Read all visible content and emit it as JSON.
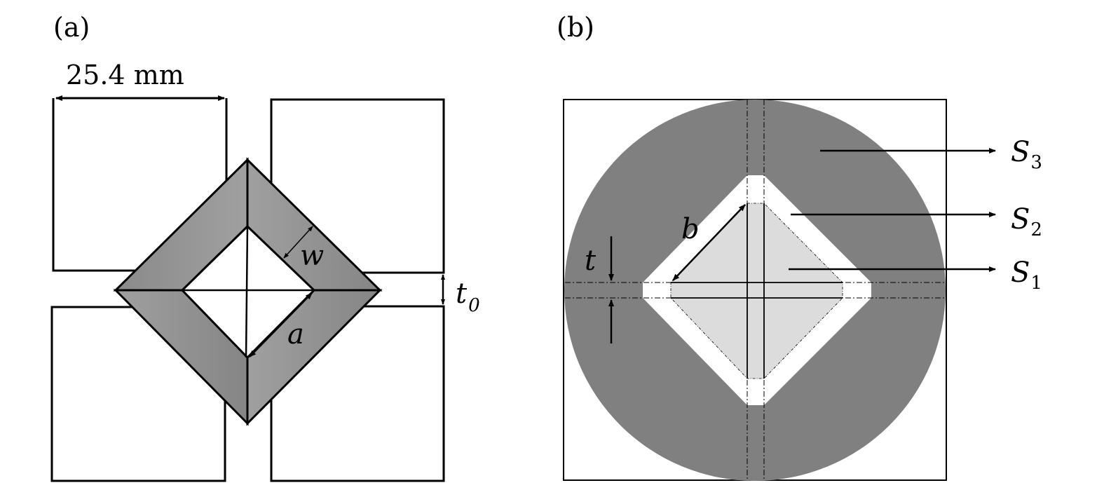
{
  "panel_a": {
    "label": "(a)",
    "dimension": "25.4 mm",
    "w_label": "w",
    "a_label": "a",
    "t0_label": "t",
    "t0_sub": "0"
  },
  "panel_b": {
    "label": "(b)",
    "b_label": "b",
    "t_label": "t",
    "s3": {
      "main": "S",
      "sub": "3"
    },
    "s2": {
      "main": "S",
      "sub": "2"
    },
    "s1": {
      "main": "S",
      "sub": "1"
    }
  },
  "colors": {
    "dark_gray": "#808080",
    "light_gray": "#dcdcdc",
    "white": "#ffffff"
  }
}
